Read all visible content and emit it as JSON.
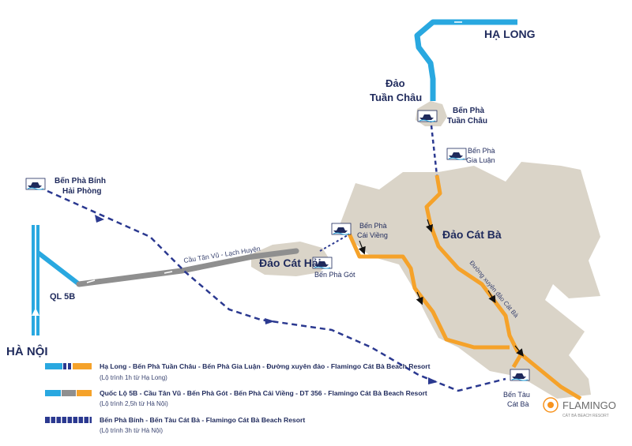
{
  "places": {
    "ha_long": "HẠ LONG",
    "tuan_chau_line1": "Đảo",
    "tuan_chau_line2": "Tuần Châu",
    "cat_ba_island": "Đảo Cát Bà",
    "cat_hai_island": "Đảo Cát Hải",
    "ha_noi": "HÀ NỘI",
    "ql5b": "QL 5B"
  },
  "piers": {
    "tuan_chau": [
      "Bến Phà",
      "Tuần Châu"
    ],
    "gia_luan": [
      "Bến Phà",
      "Gia Luận"
    ],
    "binh": [
      "Bến Phà Bính",
      "Hải Phòng"
    ],
    "cai_vieng": [
      "Bến Phà",
      "Cái Viềng"
    ],
    "got": "Bến Phà Gót",
    "cat_ba_port": [
      "Bến Tàu",
      "Cát Bà"
    ]
  },
  "road_labels": {
    "bridge": "Cầu Tân Vũ - Lạch Huyện",
    "cross_island": "Đường xuyên đảo Cát Bà"
  },
  "brand": {
    "name": "FLAMINGO",
    "tagline": "CÁT BÀ BEACH RESORT"
  },
  "legend": [
    {
      "title": "Hạ Long - Bến Phà Tuần Châu - Bến Phà Gia Luận - Đường xuyên đảo - Flamingo Cát Bà Beach Resort",
      "note": "(Lộ trình 1h từ Hạ Long)"
    },
    {
      "title": "Quốc Lộ 5B - Cầu Tân Vũ - Bến Phà Gót - Bến Phà Cái Viềng - DT 356 - Flamingo Cát Bà Beach Resort",
      "note": "(Lộ trình 2,5h từ Hà Nội)"
    },
    {
      "title": "Bến Phà Bính - Bến Tàu Cát Bà - Flamingo Cát Bà Beach Resort",
      "note": "(Lộ trình 3h từ Hà Nội)"
    }
  ],
  "colors": {
    "land": "#dad4c8",
    "blue_route": "#29a8e0",
    "orange_route": "#f5a22a",
    "gray_route": "#8f8f8f",
    "dash_route": "#2b3990",
    "text": "#1f2a5c",
    "flamingo": "#f7931e"
  }
}
